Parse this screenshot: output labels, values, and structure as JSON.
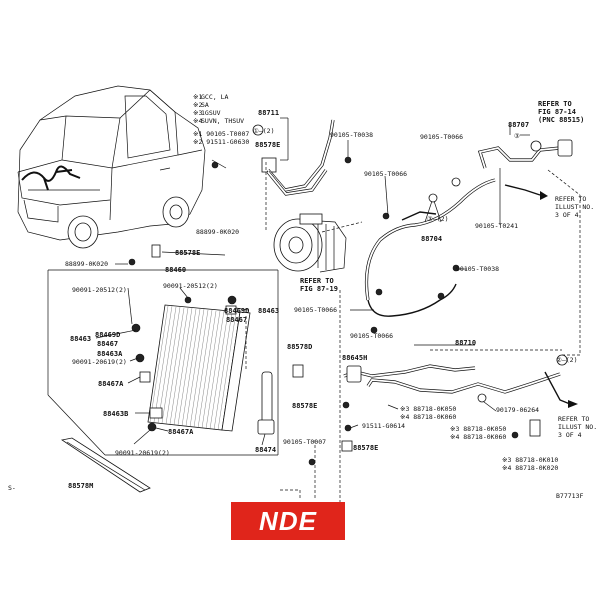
{
  "colors": {
    "line": "#111111",
    "background": "#ffffff",
    "brand_badge": "#e0251b",
    "brand_text": "#ffffff"
  },
  "brand": {
    "logo_text": "NDE"
  },
  "figure": {
    "code": "B77713F",
    "page_mark": "S-"
  },
  "legend": [
    {
      "mark": "※1",
      "text": "GCC, LA"
    },
    {
      "mark": "※2",
      "text": "SA"
    },
    {
      "mark": "※3",
      "text": "1GSUV"
    },
    {
      "mark": "※4",
      "text": "SUVN, THSUV"
    }
  ],
  "references": {
    "fig_87_14": [
      "REFER TO",
      "FIG 87-14",
      "(PNC 88515)"
    ],
    "fig_87_19": [
      "REFER TO",
      "FIG 87-19"
    ],
    "illust_upper": [
      "REFER TO",
      "ILLUST NO.",
      "3 OF 4"
    ],
    "illust_lower": [
      "REFER TO",
      "ILLUST NO.",
      "3 OF 4"
    ]
  },
  "parts": {
    "p88711": "88711",
    "p88711_sub1": "①—(2)",
    "p88711_alt1": "※1 90105-T0007",
    "p88711_alt2": "※2 91511-G0630",
    "p88578E_top": "88578E",
    "p90105_T0038_top": "90105-T0038",
    "p90105_T0066_a": "90105-T0066",
    "p90105_T0066_b": "90105-T0066",
    "p88707": "88707",
    "p88707_sub": "③",
    "p88704": "88704",
    "p88704_sub": "③—(2)",
    "p90105_T0241": "90105-T0241",
    "p88899": "88899-0K020",
    "p88578E_mid": "88578E",
    "p88899_left": "88899-0K020",
    "p88460": "88460",
    "p90091_20512_left": "90091-20512(2)",
    "p90091_20512_right": "90091-20512(2)",
    "p88469D": "88469D",
    "p88463_right": "88463",
    "p88467_right": "88467",
    "p88463_left": "88463",
    "p88469D_left": "88469D",
    "p88467_left": "88467",
    "p88463A": "88463A",
    "p90091_20619_top": "90091-20619(2)",
    "p88467A_top": "88467A",
    "p88463B": "88463B",
    "p88467A_bottom": "88467A",
    "p90091_20619_bottom": "90091-20619(2)",
    "p88474": "88474",
    "p88578M": "88578M",
    "p90105_T0038_mid": "90105-T0038",
    "p90105_T0066_mid1": "90105-T0066",
    "p90105_T0066_mid2": "90105-T0066",
    "p88710": "88710",
    "p88710_sub": "②—(2)",
    "p88645H": "88645H",
    "p88578D": "88578D",
    "p88578E_low": "88578E",
    "p88718_0K050": "※3 88718-0K050",
    "p88718_0K060": "※4 88718-0K060",
    "p88718_0K050b": "※3 88718-0K050",
    "p88718_0K060b": "※4 88718-0K060",
    "p91511_G0614": "91511-G0614",
    "p90179_06264": "90179-06264",
    "p90105_T0007": "90105-T0007",
    "p88578E_bottom": "88578E",
    "p88718_0K010": "※3 88718-0K010",
    "p88718_0K020": "※4 88718-0K020"
  }
}
